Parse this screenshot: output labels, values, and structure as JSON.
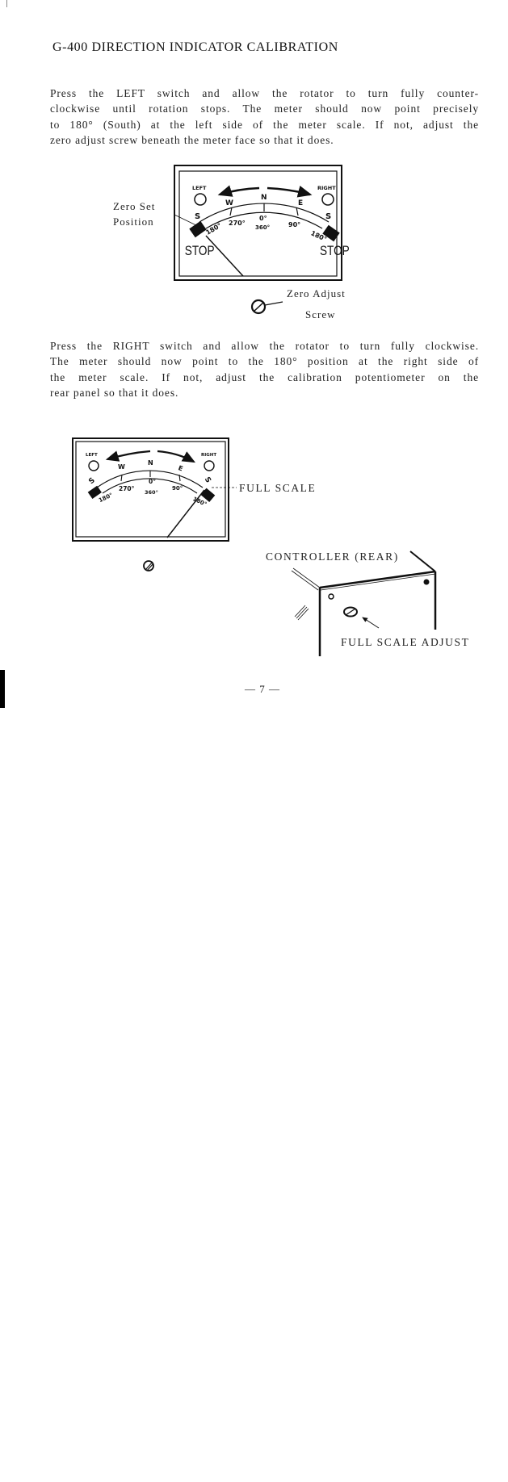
{
  "title": "G-400 DIRECTION INDICATOR CALIBRATION",
  "paragraph1": [
    "Press the LEFT switch and allow the rotator to turn fully counter-",
    "clockwise until rotation stops. The meter should now point precisely",
    "to 180° (South) at the left side of the meter scale. If not, adjust the",
    "zero adjust screw beneath the meter face so that it does."
  ],
  "paragraph2": [
    "Press the RIGHT switch and allow the rotator to turn fully clockwise.",
    "The meter should now point to the 180° position at the right side of",
    "the meter scale. If not, adjust the calibration potentiometer on the",
    "rear panel so that it does."
  ],
  "meter": {
    "left": "LEFT",
    "right": "RIGHT",
    "compass": {
      "s": "S",
      "w": "W",
      "n": "N",
      "e": "E"
    },
    "degrees": {
      "d180": "180°",
      "d270": "270°",
      "d0": "0°",
      "d360": "360°",
      "d90": "90°"
    },
    "stop": "STOP"
  },
  "figure1": {
    "zero_set": [
      "Zero Set",
      "Position"
    ],
    "zero_adjust": [
      "Zero Adjust",
      "Screw"
    ]
  },
  "figure2": {
    "full_scale": "FULL SCALE",
    "controller_rear": "CONTROLLER (REAR)",
    "full_scale_adjust": "FULL SCALE ADJUST"
  },
  "page_number": "— 7 —"
}
